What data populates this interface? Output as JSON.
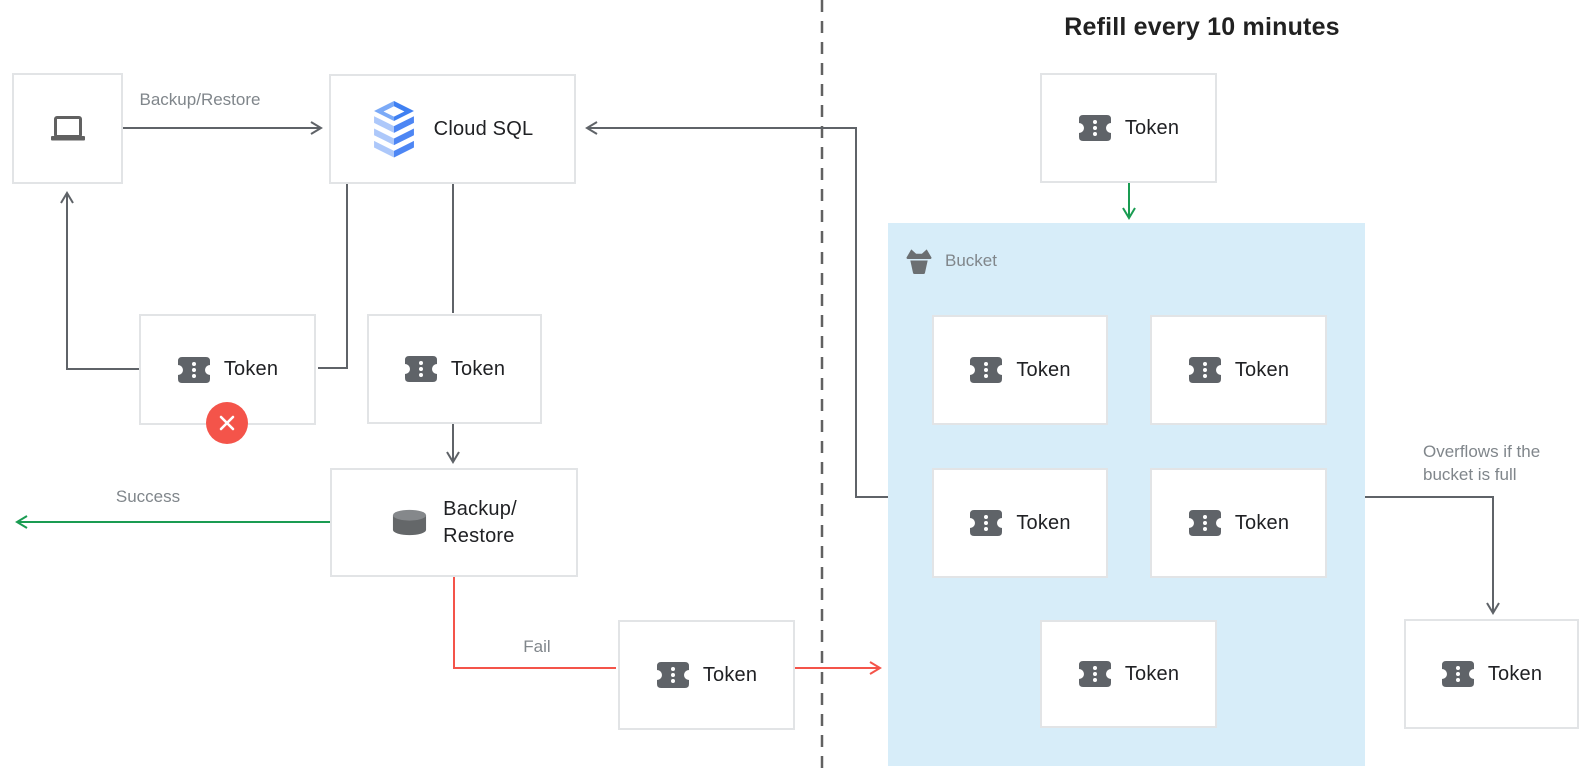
{
  "title": "Refill every 10 minutes",
  "token_label": "Token",
  "nodes": {
    "client": {
      "icon": "laptop-icon"
    },
    "cloud_sql": {
      "label": "Cloud SQL",
      "icon": "cloud-sql-icon"
    },
    "backup_restore": {
      "line1": "Backup/",
      "line2": "Restore",
      "icon": "database-icon"
    },
    "bucket": {
      "label": "Bucket",
      "icon": "bucket-icon"
    }
  },
  "edge_labels": {
    "request": "Backup/Restore",
    "success": "Success",
    "fail": "Fail",
    "overflow_line1": "Overflows if the",
    "overflow_line2": "bucket is full"
  },
  "badges": {
    "denied": {
      "icon": "x-icon",
      "color": "#f4544a"
    }
  },
  "colors": {
    "arrow_gray": "#5f6368",
    "arrow_green": "#1a9c52",
    "arrow_red": "#f4544a",
    "bucket_bg": "#d7edf9",
    "box_border": "#e2e4e6",
    "annotation_text": "#80868b",
    "node_text": "#202124",
    "divider": "#616161"
  }
}
